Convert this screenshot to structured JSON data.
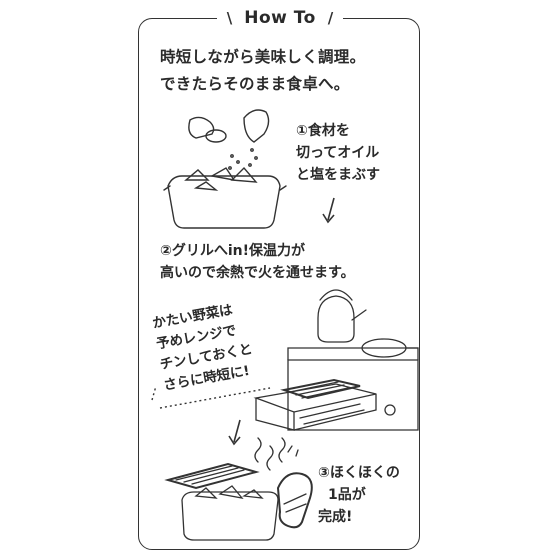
{
  "header": {
    "title": "How To",
    "slash_left": "\\",
    "slash_right": "/"
  },
  "intro": {
    "line1": "時短しながら美味しく調理。",
    "line2": "できたらそのまま食卓へ。"
  },
  "step1": {
    "line1": "①食材を",
    "line2": "切ってオイル",
    "line3": "と塩をまぶす"
  },
  "step2": {
    "line1": "②グリルへin!保温力が",
    "line2": "高いので余熱で火を通せます。"
  },
  "aside": {
    "line1": "かたい野菜は",
    "line2": "予めレンジで",
    "line3": "チンしておくと",
    "line4": "さらに時短に!"
  },
  "step3": {
    "line1": "③ほくほくの",
    "line2": "1品が",
    "line3": "完成!"
  }
}
